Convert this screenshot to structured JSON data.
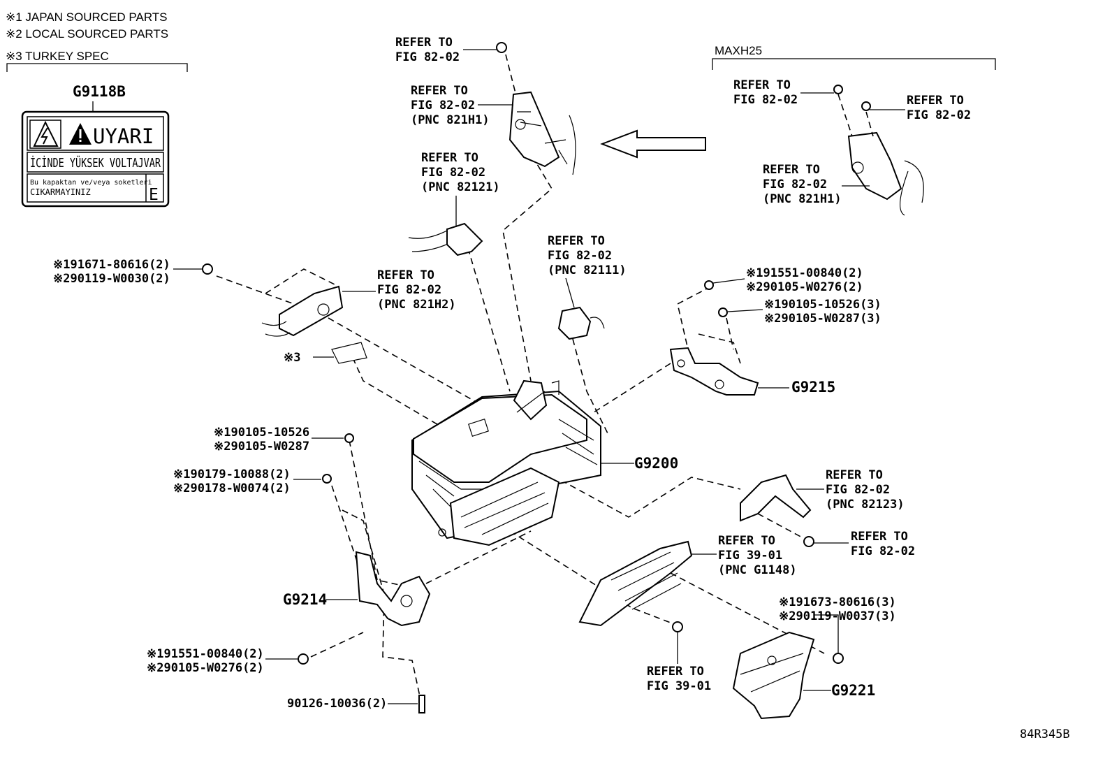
{
  "notes": {
    "n1": "※1 JAPAN SOURCED PARTS",
    "n2": "※2 LOCAL SOURCED PARTS",
    "n3": "※3 TURKEY SPEC"
  },
  "maxh_label": "MAXH25",
  "footer_code": "84R345B",
  "warning_label": {
    "part_no": "G9118B",
    "title": "UYARI",
    "line1": "İCİNDE YÜKSEK VOLTAJVAR",
    "line2a": "Bu kapaktan ve/veya soketleri",
    "line2b": "CIKARMAYINIZ",
    "letter": "E"
  },
  "refs": {
    "r1": [
      "REFER TO",
      "FIG 82-02"
    ],
    "r2": [
      "REFER TO",
      "FIG 82-02",
      "(PNC 821H1)"
    ],
    "r3": [
      "REFER TO",
      "FIG 82-02",
      "(PNC 82121)"
    ],
    "r4": [
      "REFER TO",
      "FIG 82-02",
      "(PNC 821H2)"
    ],
    "r5": [
      "REFER TO",
      "FIG 82-02",
      "(PNC 82111)"
    ],
    "r6": [
      "REFER TO",
      "FIG 82-02"
    ],
    "r7": [
      "REFER TO",
      "FIG 82-02"
    ],
    "r8": [
      "REFER TO",
      "FIG 82-02",
      "(PNC 821H1)"
    ],
    "r9": [
      "REFER TO",
      "FIG 82-02",
      "(PNC 82123)"
    ],
    "r10": [
      "REFER TO",
      "FIG 82-02"
    ],
    "r11": [
      "REFER TO",
      "FIG 39-01",
      "(PNC G1148)"
    ],
    "r12": [
      "REFER TO",
      "FIG 39-01"
    ]
  },
  "part_numbers": {
    "p1a": "※191671-80616(2)",
    "p1b": "※290119-W0030(2)",
    "p2a": "※191551-00840(2)",
    "p2b": "※290105-W0276(2)",
    "p3a": "※190105-10526(3)",
    "p3b": "※290105-W0287(3)",
    "p4a": "※190105-10526",
    "p4b": "※290105-W0287",
    "p5a": "※190179-10088(2)",
    "p5b": "※290178-W0074(2)",
    "p6a": "※191551-00840(2)",
    "p6b": "※290105-W0276(2)",
    "p7": "90126-10036(2)",
    "p8a": "※191673-80616(3)",
    "p8b": "※290119-W0037(3)",
    "star3": "※3"
  },
  "assemblies": {
    "g9200": "G9200",
    "g9215": "G9215",
    "g9214": "G9214",
    "g9221": "G9221"
  }
}
